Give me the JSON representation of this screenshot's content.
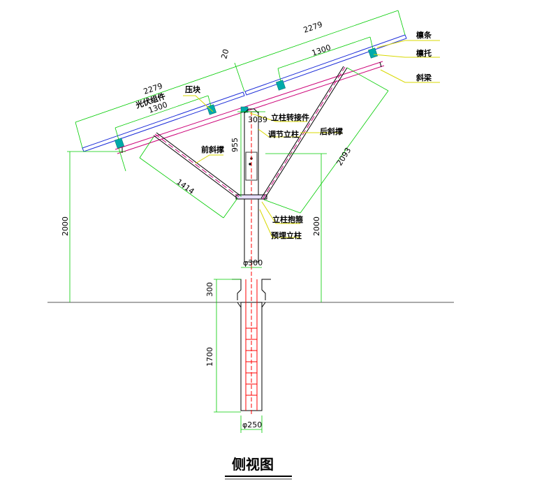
{
  "title": "侧视图",
  "labels": {
    "purlin": "檩条",
    "purlin_bracket": "檩托",
    "inclined_beam": "斜梁",
    "pv_module": "光伏组件",
    "clamp": "压块",
    "column_connector": "立柱转接件",
    "adjust_column": "调节立柱",
    "rear_brace": "后斜撑",
    "front_brace": "前斜撑",
    "column_hoop": "立柱抱箍",
    "embedded_column": "预埋立柱"
  },
  "dimensions": {
    "panel_top": "2279",
    "panel_bottom": "2279",
    "purlin_spacing_upper": "1300",
    "purlin_spacing_lower": "1300",
    "panel_gap": "20",
    "connector": "3039",
    "adjust_height": "955",
    "front_brace": "1414",
    "rear_brace": "2093",
    "left_height": "2000",
    "right_height": "2000",
    "above_ground": "300",
    "embed_depth": "1700",
    "column_dia": "φ300",
    "footing_dia": "φ250"
  },
  "colors": {
    "panel": "#1a2bd8",
    "dimension": "#00cc00",
    "rebar": "#ff0000",
    "leader": "#d8d800",
    "bracket": "#00aaaa",
    "beam": "#cc0077"
  }
}
